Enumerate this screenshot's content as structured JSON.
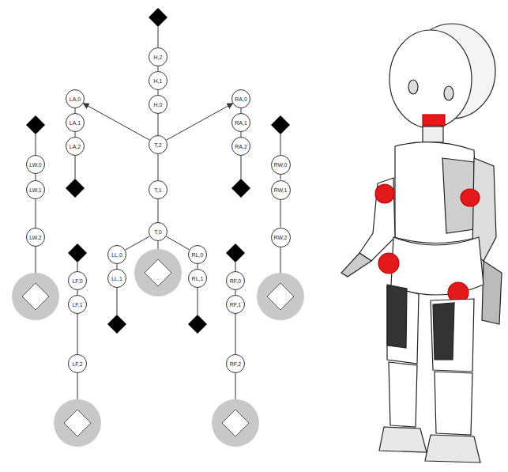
{
  "diagram": {
    "nodes": [
      {
        "text": [
          "H,2"
        ]
      },
      {
        "text": [
          "H,1"
        ]
      },
      {
        "text": [
          "H,0"
        ]
      },
      {
        "text": [
          "T,2"
        ]
      },
      {
        "text": [
          "T,1"
        ]
      },
      {
        "text": [
          "T,0"
        ]
      },
      {
        "text": [
          "LA,0"
        ]
      },
      {
        "text": [
          "LA,1"
        ]
      },
      {
        "text": [
          "LA,2"
        ]
      },
      {
        "text": [
          "RA,0"
        ]
      },
      {
        "text": [
          "RA,1"
        ]
      },
      {
        "text": [
          "RA,2"
        ]
      },
      {
        "text": [
          "LW,0"
        ]
      },
      {
        "text": [
          "LW,1"
        ]
      },
      {
        "text": [
          "LW,2"
        ]
      },
      {
        "text": [
          "RW,0"
        ]
      },
      {
        "text": [
          "RW,1"
        ]
      },
      {
        "text": [
          "RW,2"
        ]
      },
      {
        "text": [
          "LL,0"
        ]
      },
      {
        "text": [
          "LL,1"
        ]
      },
      {
        "text": [
          "RL,0"
        ]
      },
      {
        "text": [
          "RL,1"
        ]
      },
      {
        "text": [
          "LF,0"
        ]
      },
      {
        "text": [
          "LF,1"
        ]
      },
      {
        "text": [
          "LF,2"
        ]
      },
      {
        "text": [
          "RF,0"
        ]
      },
      {
        "text": [
          "RF,1"
        ]
      },
      {
        "text": [
          "RF,2"
        ]
      }
    ],
    "edges": [
      {
        "from": 0,
        "to": 1,
        "arrow": "none"
      },
      {
        "from": 1,
        "to": 2,
        "arrow": "none"
      },
      {
        "from": 2,
        "to": 3,
        "arrow": "none"
      },
      {
        "from": 3,
        "to": 4,
        "arrow": "none"
      },
      {
        "from": 4,
        "to": 5,
        "arrow": "none"
      },
      {
        "from": 3,
        "to": 6,
        "arrow": "to"
      },
      {
        "from": 3,
        "to": 9,
        "arrow": "to"
      },
      {
        "from": 6,
        "to": 7,
        "arrow": "none"
      },
      {
        "from": 7,
        "to": 8,
        "arrow": "none"
      },
      {
        "from": 9,
        "to": 10,
        "arrow": "none"
      },
      {
        "from": 10,
        "to": 11,
        "arrow": "none"
      },
      {
        "from": 12,
        "to": 13,
        "arrow": "none"
      },
      {
        "from": 13,
        "to": 14,
        "arrow": "none"
      },
      {
        "from": 15,
        "to": 16,
        "arrow": "none"
      },
      {
        "from": 16,
        "to": 17,
        "arrow": "none"
      },
      {
        "from": 5,
        "to": 18,
        "arrow": "none"
      },
      {
        "from": 18,
        "to": 19,
        "arrow": "none"
      },
      {
        "from": 5,
        "to": 20,
        "arrow": "none"
      },
      {
        "from": 20,
        "to": 21,
        "arrow": "none"
      },
      {
        "from": 22,
        "to": 23,
        "arrow": "none"
      },
      {
        "from": 23,
        "to": 24,
        "arrow": "none"
      },
      {
        "from": 25,
        "to": 26,
        "arrow": "none"
      },
      {
        "from": 26,
        "to": 27,
        "arrow": "none"
      }
    ]
  }
}
